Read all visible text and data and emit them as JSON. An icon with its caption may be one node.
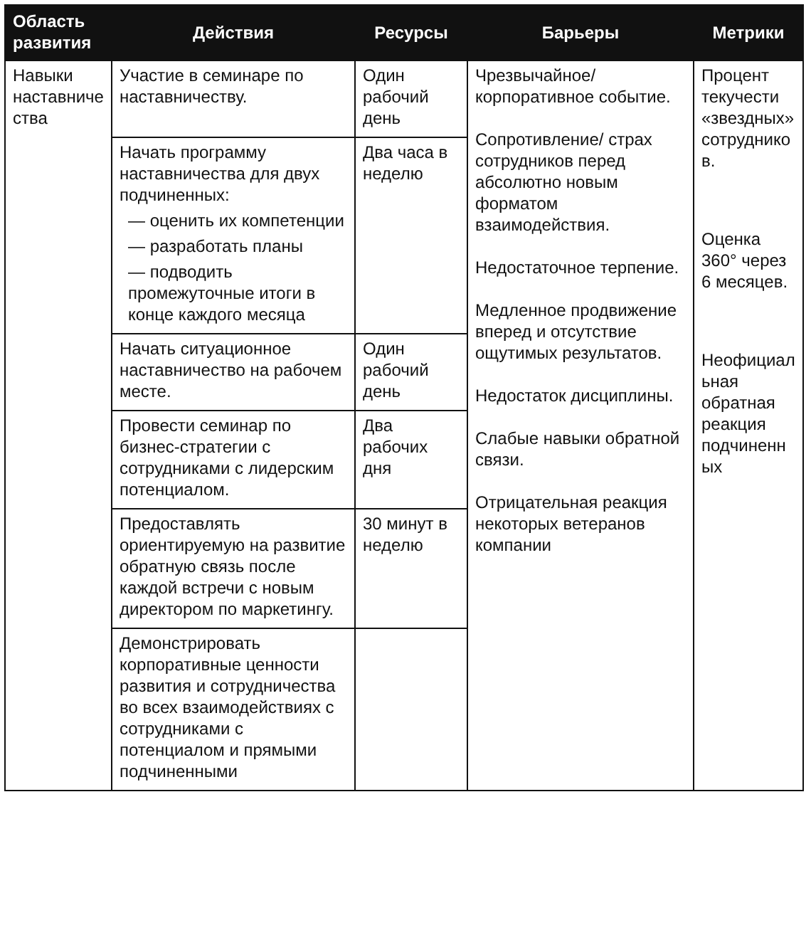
{
  "diagram": {
    "labels": [
      "Область развития",
      "Действия",
      "Ресурсы",
      "Барьеры",
      "Метрики",
      "Навыки наставничества",
      "Участие в семинаре по наставничеству.",
      "Один рабочий день",
      "Чрезвычайное/ корпоративное событие.",
      "Сопротивление/ страх сотрудников перед абсолютно новым форматом взаимодействия.",
      "Недостаточное терпение.",
      "Медленное продвижение вперед и отсутствие ощутимых результатов.",
      "Недостаток дисциплины.",
      "Слабые навыки обратной связи.",
      "Отрицательная реакция некоторых ветеранов компании",
      "Процент текучести «звездных» сотрудников.",
      "Оценка 360° через 6 месяцев.",
      "Неофициальная обратная реакция подчиненных",
      "Начать программу наставничества для двух подчиненных:",
      "— оценить их компетенции",
      "— разработать планы",
      "— подводить промежуточные итоги в конце каждого месяца",
      "Два часа в неделю",
      "Начать ситуационное наставничество на рабочем месте.",
      "Один рабочий день",
      "Провести семинар по бизнес-стратегии с сотрудниками с лидерским потенциалом.",
      "Два рабочих дня",
      "Предоставлять ориентируемую на развитие обратную связь после каждой встречи с новым директором по маркетингу.",
      "30 минут в неделю",
      "Демонстрировать корпоративные ценности развития и сотрудничества во всех взаимодействиях с сотрудниками с потенциалом и прямыми подчиненными"
    ]
  }
}
